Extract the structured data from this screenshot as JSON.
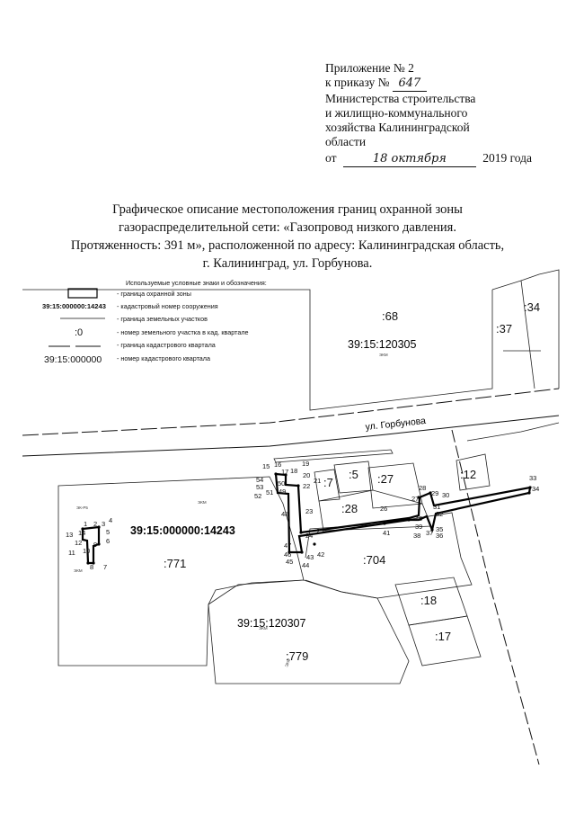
{
  "header": {
    "appendix": "Приложение № 2",
    "order_prefix": "к приказу №",
    "order_number": "647",
    "ministry_lines": [
      "Министерства строительства",
      "и жилищно-коммунального",
      "хозяйства Калининградской",
      "области"
    ],
    "date_prefix": "от",
    "date_handwritten": "18 октября",
    "date_suffix": "2019 года"
  },
  "title_lines": [
    "Графическое описание местоположения границ охранной зоны",
    "газораспределительной сети: «Газопровод низкого давления.",
    "Протяженность: 391 м», расположенной по адресу: Калининградская область,",
    "г. Калининград, ул. Горбунова."
  ],
  "legend": {
    "heading": "Используемые условные знаки и обозначения:",
    "items": [
      {
        "symbol": "",
        "text": "- граница охранной зоны"
      },
      {
        "symbol": "39:15:000000:14243",
        "text": "- кадастровый номер сооружения"
      },
      {
        "symbol": "",
        "text": "- граница земельных участков"
      },
      {
        "symbol": ":0",
        "text": "- номер земельного участка в кад. квартале"
      },
      {
        "symbol": "",
        "text": "- граница кадастрового квартала"
      },
      {
        "symbol": "39:15:000000",
        "text": "- номер кадастрового квартала"
      }
    ]
  },
  "map": {
    "street": "ул. Горбунова",
    "structure_number": "39:15:000000:14243",
    "quarters": [
      {
        "id": "q305",
        "label": "39:15:120305"
      },
      {
        "id": "q307",
        "label": "39:15:120307"
      }
    ],
    "parcels": [
      {
        "id": "p68",
        "label": ":68"
      },
      {
        "id": "p34",
        "label": ":34"
      },
      {
        "id": "p37",
        "label": ":37"
      },
      {
        "id": "p12",
        "label": ":12"
      },
      {
        "id": "p5",
        "label": ":5"
      },
      {
        "id": "p27",
        "label": ":27"
      },
      {
        "id": "p7",
        "label": ":7"
      },
      {
        "id": "p28",
        "label": ":28"
      },
      {
        "id": "p771",
        "label": ":771"
      },
      {
        "id": "p704",
        "label": ":704"
      },
      {
        "id": "p18",
        "label": ":18"
      },
      {
        "id": "p17",
        "label": ":17"
      },
      {
        "id": "p779",
        "label": ":779"
      }
    ],
    "point_numbers": [
      "1",
      "2",
      "3",
      "4",
      "5",
      "6",
      "7",
      "8",
      "9",
      "10",
      "11",
      "12",
      "13",
      "14",
      "15",
      "16",
      "17",
      "18",
      "19",
      "20",
      "21",
      "22",
      "23",
      "24",
      "25",
      "26",
      "27",
      "28",
      "29",
      "30",
      "31",
      "32",
      "33",
      "34",
      "35",
      "36",
      "37",
      "38",
      "39",
      "40",
      "41",
      "42",
      "43",
      "44",
      "45",
      "46",
      "47",
      "48",
      "49",
      "50",
      "51",
      "52",
      "53",
      "54"
    ],
    "small_labels": [
      "ЭКМ",
      "ЭКМ",
      "ЭК-Р5",
      "ЭКМ",
      "ЭКМ",
      "ЭКМ"
    ]
  },
  "colors": {
    "ink": "#111111",
    "zone": "#000000",
    "paper": "#ffffff"
  }
}
